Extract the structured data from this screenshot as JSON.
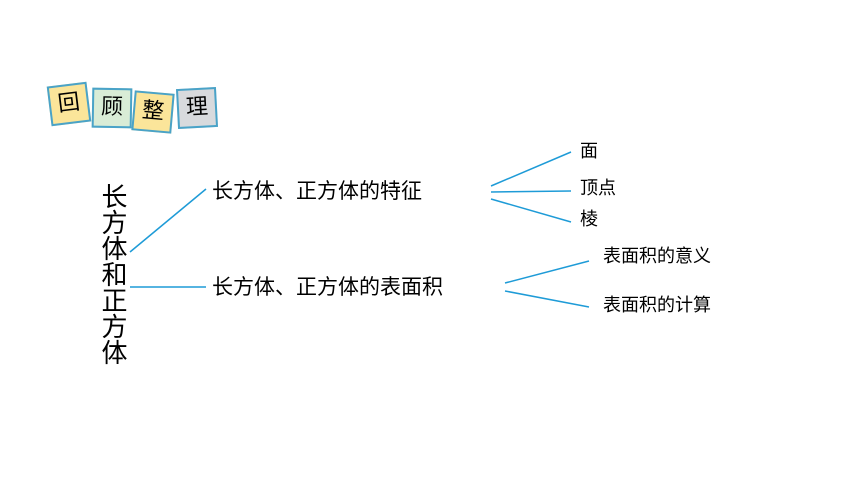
{
  "header": {
    "tiles": [
      "回",
      "顾",
      "整",
      "理"
    ]
  },
  "diagram": {
    "root": "长方体和正方体",
    "branches": [
      {
        "label": "长方体、正方体的特征",
        "leaves": [
          "面",
          "顶点",
          "棱"
        ]
      },
      {
        "label": "长方体、正方体的表面积",
        "leaves": [
          "表面积的意义",
          "表面积的计算"
        ]
      }
    ]
  },
  "colors": {
    "connector": "#1e9bd7",
    "tile_border": "#4aa3c8",
    "tile_yellow": "#fbe59a",
    "tile_green": "#d9ecd6",
    "tile_gray": "#d8dadd"
  }
}
